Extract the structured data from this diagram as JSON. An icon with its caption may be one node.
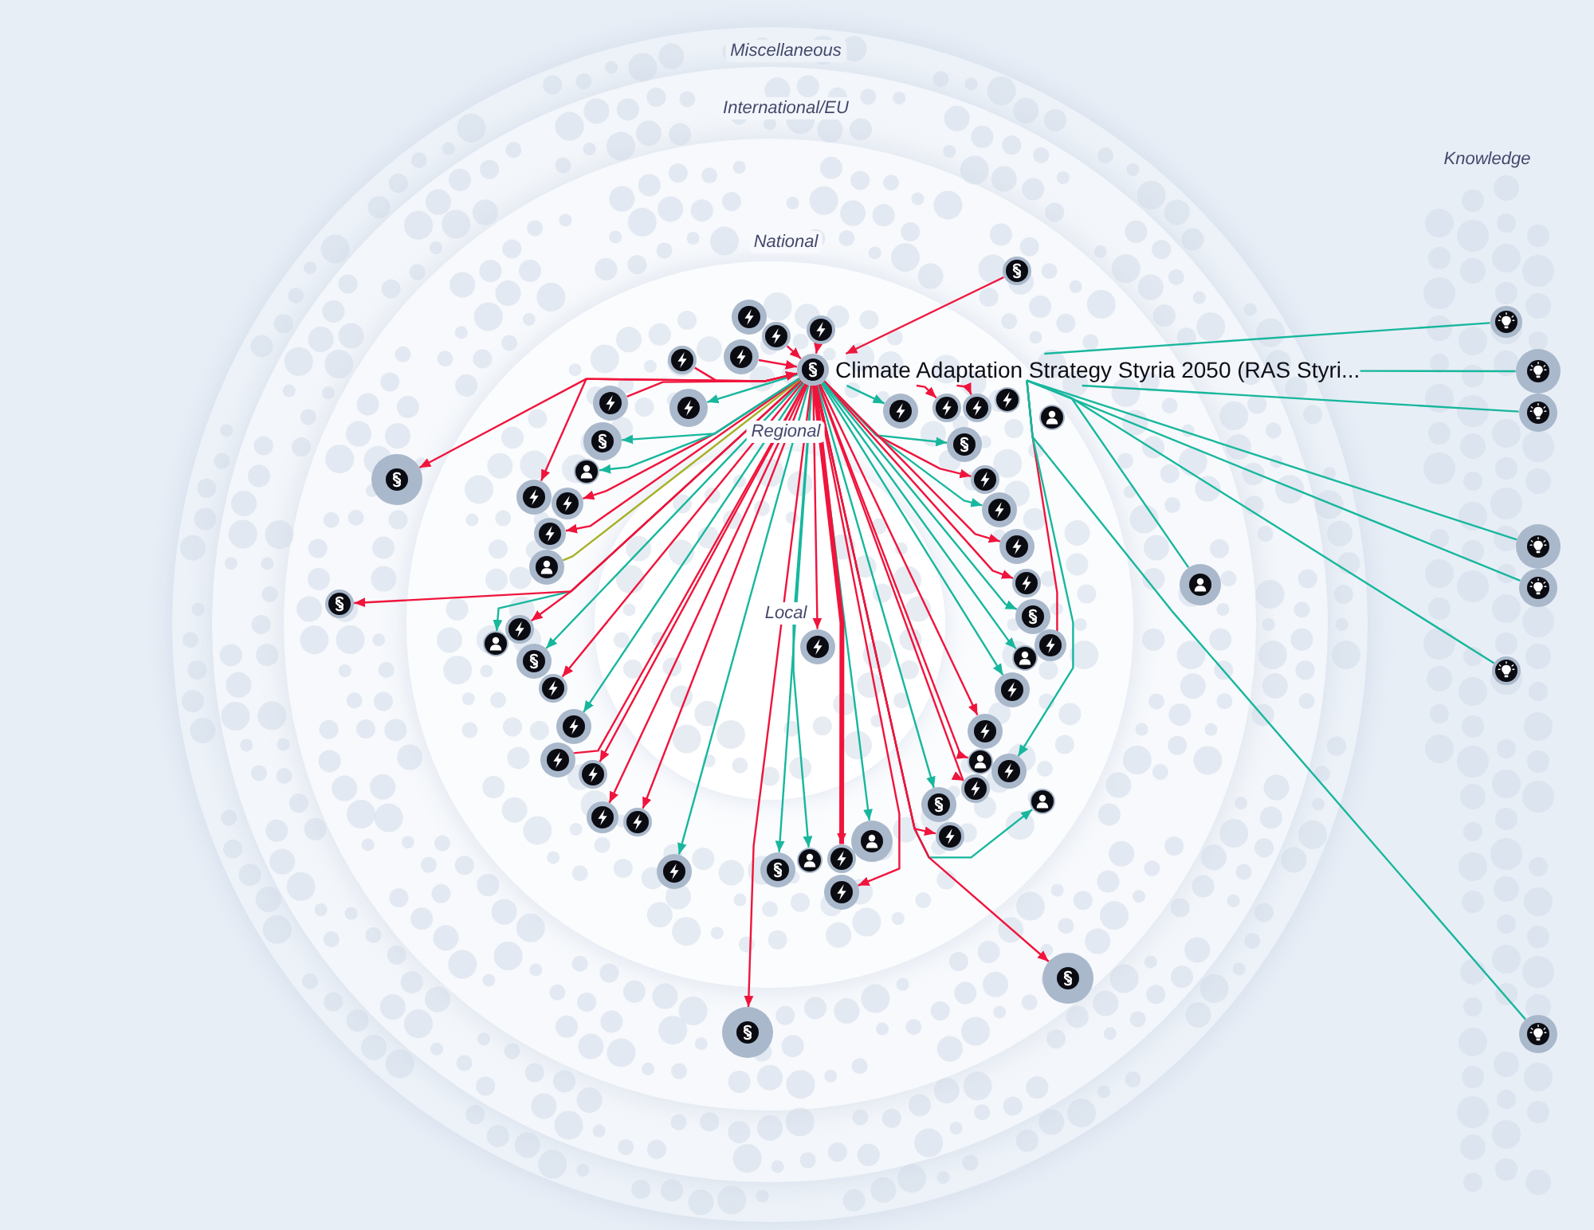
{
  "diagram": {
    "nodes": [
      {
        "text": [
          "Miscellaneous"
        ]
      },
      {
        "text": [
          "International/EU"
        ],
        "in": 0
      },
      {
        "text": [
          "National"
        ],
        "in": 1
      },
      {
        "text": [
          "Regional"
        ],
        "in": 2
      },
      {
        "text": [
          "Local"
        ],
        "in": 3
      },
      {
        "text": [
          "Climate Adaptation Strategy Styria 2050 (RAS Styri..."
        ],
        "in": 3
      },
      {
        "text": [],
        "shape": "circle",
        "in": 2
      },
      {
        "text": [],
        "shape": "circle",
        "in": 3
      },
      {
        "text": [],
        "shape": "circle",
        "in": 3
      },
      {
        "text": [],
        "shape": "circle",
        "in": 3
      },
      {
        "text": [],
        "shape": "circle",
        "in": 3
      },
      {
        "text": [],
        "shape": "circle",
        "in": 3
      },
      {
        "text": [],
        "shape": "circle",
        "in": 3
      },
      {
        "text": [],
        "shape": "circle",
        "in": 3
      },
      {
        "text": [],
        "shape": "circle",
        "in": 3
      },
      {
        "text": [],
        "shape": "circle",
        "in": 3
      },
      {
        "text": [],
        "shape": "circle",
        "in": 3
      },
      {
        "text": [],
        "shape": "circle",
        "in": 3
      },
      {
        "text": [],
        "shape": "circle",
        "in": 3
      },
      {
        "text": [],
        "shape": "circle",
        "in": 3
      },
      {
        "text": [],
        "shape": "circle",
        "in": 3
      },
      {
        "text": [],
        "shape": "circle",
        "in": 3
      },
      {
        "text": [],
        "shape": "circle",
        "in": 3
      },
      {
        "text": [],
        "shape": "circle",
        "in": 3
      },
      {
        "text": [],
        "shape": "circle",
        "in": 3
      },
      {
        "text": [],
        "shape": "circle",
        "in": 3
      },
      {
        "text": [],
        "shape": "circle",
        "in": 2
      },
      {
        "text": [],
        "shape": "circle",
        "in": 3
      },
      {
        "text": [],
        "shape": "circle",
        "in": 3
      },
      {
        "text": [],
        "shape": "circle",
        "in": 3
      },
      {
        "text": [],
        "shape": "circle",
        "in": 3
      },
      {
        "text": [],
        "shape": "circle",
        "in": 3
      },
      {
        "text": [],
        "shape": "circle",
        "in": 3
      },
      {
        "text": [],
        "shape": "circle",
        "in": 3
      },
      {
        "text": [],
        "shape": "circle",
        "in": 2
      },
      {
        "text": [],
        "shape": "circle",
        "in": 3
      },
      {
        "text": [],
        "shape": "circle",
        "in": 3
      },
      {
        "text": [],
        "shape": "circle",
        "in": 3
      },
      {
        "text": [],
        "shape": "circle",
        "in": 3
      },
      {
        "text": [],
        "shape": "circle",
        "in": 3
      },
      {
        "text": [],
        "shape": "circle",
        "in": 2
      },
      {
        "text": [],
        "shape": "circle",
        "in": 4
      },
      {
        "text": [],
        "shape": "circle",
        "in": 3
      },
      {
        "text": [],
        "shape": "circle",
        "in": 3
      },
      {
        "text": [],
        "shape": "circle",
        "in": 3
      },
      {
        "text": [],
        "shape": "circle",
        "in": 3
      },
      {
        "text": [],
        "shape": "circle",
        "in": 3
      },
      {
        "text": [],
        "shape": "circle",
        "in": 3
      },
      {
        "text": [],
        "shape": "circle",
        "in": 3
      },
      {
        "text": [],
        "shape": "circle",
        "in": 3
      },
      {
        "text": [],
        "shape": "circle",
        "in": 3
      },
      {
        "text": [],
        "shape": "circle",
        "in": 3
      },
      {
        "text": [],
        "shape": "circle",
        "in": 2
      },
      {
        "text": [],
        "shape": "circle",
        "in": 3
      },
      {
        "text": [],
        "shape": "circle",
        "in": 3
      },
      {
        "text": [],
        "shape": "circle",
        "in": 3
      },
      {
        "text": [],
        "shape": "circle",
        "in": 3
      },
      {
        "text": [],
        "shape": "circle",
        "in": 3
      },
      {
        "text": [],
        "shape": "circle",
        "in": 2
      },
      {
        "text": [],
        "shape": "circle",
        "in": 3
      },
      {
        "text": [],
        "shape": "circle",
        "in": 3
      },
      {
        "text": [],
        "shape": "circle",
        "in": 3
      },
      {
        "text": [],
        "shape": "circle"
      },
      {
        "text": [],
        "shape": "circle"
      },
      {
        "text": [],
        "shape": "circle"
      },
      {
        "text": [],
        "shape": "circle"
      },
      {
        "text": [],
        "shape": "circle"
      },
      {
        "text": [],
        "shape": "circle"
      },
      {
        "text": [],
        "shape": "circle"
      }
    ],
    "edges": [
      {
        "from": 6,
        "to": 5,
        "arrow": "to"
      },
      {
        "from": 7,
        "to": 5,
        "arrow": "to"
      },
      {
        "from": 8,
        "to": 5,
        "arrow": "to"
      },
      {
        "from": 9,
        "to": 5,
        "arrow": "to"
      },
      {
        "from": 10,
        "to": 5,
        "arrow": "to"
      },
      {
        "from": 5,
        "to": 14,
        "arrow": "to",
        "color": "#17b79d"
      },
      {
        "from": 5,
        "to": 15,
        "arrow": "to"
      },
      {
        "from": 5,
        "to": 16,
        "arrow": "to"
      },
      {
        "from": 5,
        "to": 17,
        "arrow": "to",
        "color": "#17b79d"
      },
      {
        "from": 5,
        "to": 18,
        "arrow": "to"
      },
      {
        "from": 5,
        "to": 19,
        "arrow": "to",
        "color": "#17b79d"
      },
      {
        "from": 5,
        "to": 20,
        "arrow": "to"
      },
      {
        "from": 5,
        "to": 21,
        "arrow": "to"
      },
      {
        "from": 5,
        "to": 22,
        "arrow": "to",
        "color": "#17b79d"
      },
      {
        "from": 5,
        "to": 23,
        "arrow": "to"
      },
      {
        "from": 5,
        "to": 24,
        "arrow": "to",
        "color": "#17b79d"
      },
      {
        "from": 5,
        "to": 25,
        "arrow": "to",
        "color": "#17b79d"
      },
      {
        "from": 5,
        "to": 26,
        "arrow": "none",
        "color": "#17b79d"
      },
      {
        "from": 5,
        "to": 27,
        "arrow": "to"
      },
      {
        "from": 5,
        "to": 28,
        "arrow": "to"
      },
      {
        "from": 5,
        "to": 29,
        "arrow": "to",
        "color": "#17b79d"
      },
      {
        "from": 5,
        "to": 30,
        "arrow": "to",
        "color": "#17b79d"
      },
      {
        "from": 5,
        "to": 31,
        "arrow": "to"
      },
      {
        "from": 5,
        "to": 32,
        "arrow": "to",
        "color": "#17b79d"
      },
      {
        "from": 5,
        "to": 33,
        "arrow": "to"
      },
      {
        "from": 5,
        "to": 34,
        "arrow": "to"
      },
      {
        "from": 5,
        "to": 35,
        "arrow": "to",
        "color": "#17b79d"
      },
      {
        "from": 5,
        "to": 36,
        "arrow": "to",
        "style": "thick"
      },
      {
        "from": 5,
        "to": 37,
        "arrow": "to"
      },
      {
        "from": 5,
        "to": 38,
        "arrow": "to",
        "color": "#17b79d"
      },
      {
        "from": 5,
        "to": 39,
        "arrow": "to",
        "color": "#17b79d"
      },
      {
        "from": 5,
        "to": 40,
        "arrow": "to"
      },
      {
        "from": 5,
        "to": 41,
        "arrow": "to"
      },
      {
        "from": 5,
        "to": 42,
        "arrow": "to",
        "color": "#17b79d"
      },
      {
        "from": 5,
        "to": 43,
        "arrow": "to"
      },
      {
        "from": 5,
        "to": 44,
        "arrow": "to"
      },
      {
        "from": 5,
        "to": 45,
        "arrow": "to"
      },
      {
        "from": 5,
        "to": 46,
        "arrow": "to"
      },
      {
        "from": 5,
        "to": 47,
        "arrow": "to",
        "color": "#17b79d"
      },
      {
        "from": 5,
        "to": 48,
        "arrow": "to"
      },
      {
        "from": 5,
        "to": 49,
        "arrow": "to",
        "color": "#17b79d"
      },
      {
        "from": 5,
        "to": 50,
        "arrow": "to",
        "color": "#17b79d"
      },
      {
        "from": 5,
        "to": 51,
        "arrow": "to"
      },
      {
        "from": 5,
        "to": 52,
        "arrow": "to"
      },
      {
        "from": 5,
        "to": 53,
        "arrow": "none",
        "color": "#a6b021"
      },
      {
        "from": 5,
        "to": 54,
        "arrow": "to"
      },
      {
        "from": 5,
        "to": 55,
        "arrow": "to"
      },
      {
        "from": 5,
        "to": 56,
        "arrow": "to"
      },
      {
        "from": 5,
        "to": 57,
        "arrow": "to",
        "color": "#17b79d"
      },
      {
        "from": 5,
        "to": 58,
        "arrow": "to"
      },
      {
        "from": 5,
        "to": 59,
        "arrow": "to",
        "color": "#17b79d"
      },
      {
        "from": 5,
        "to": 60,
        "arrow": "to",
        "color": "#17b79d"
      },
      {
        "from": 61,
        "to": 5,
        "arrow": "to"
      },
      {
        "from": 5,
        "to": 62,
        "arrow": "none",
        "color": "#17b79d"
      },
      {
        "from": 5,
        "to": 63,
        "arrow": "none",
        "color": "#17b79d"
      },
      {
        "from": 5,
        "to": 64,
        "arrow": "none",
        "color": "#17b79d"
      },
      {
        "from": 5,
        "to": 65,
        "arrow": "none",
        "color": "#17b79d"
      },
      {
        "from": 5,
        "to": 66,
        "arrow": "none",
        "color": "#17b79d"
      },
      {
        "from": 5,
        "to": 67,
        "arrow": "none",
        "color": "#17b79d"
      },
      {
        "from": 5,
        "to": 68,
        "arrow": "none",
        "color": "#17b79d"
      }
    ],
    "labels": [
      "Knowledge"
    ]
  }
}
